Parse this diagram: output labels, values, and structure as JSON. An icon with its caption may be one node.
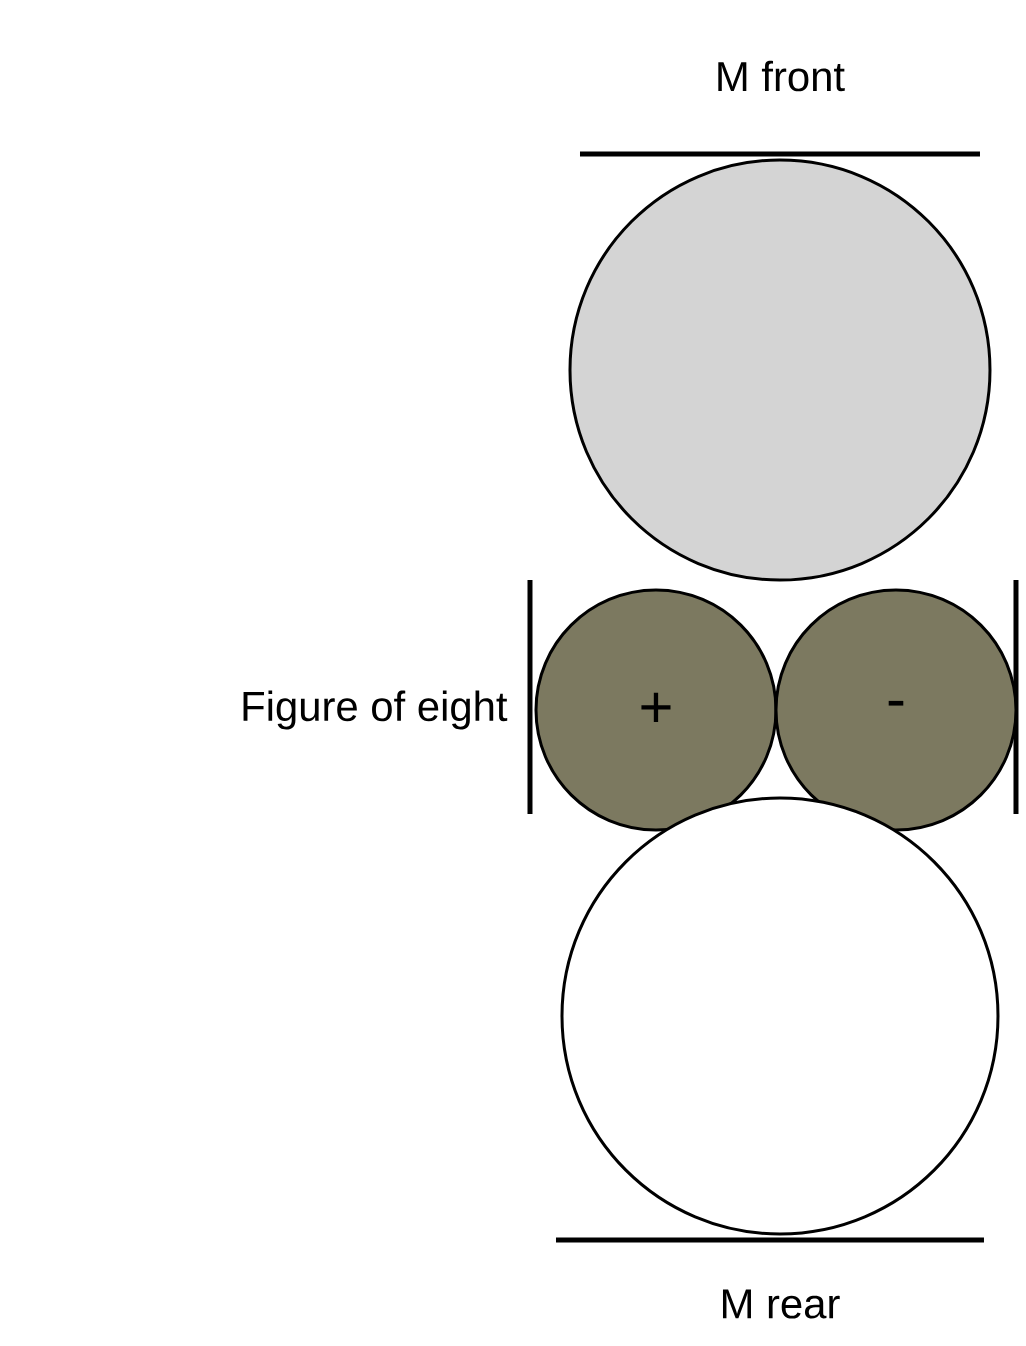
{
  "diagram": {
    "nodes": [
      {
        "text": [],
        "shape": "circle"
      },
      {
        "text": [
          "+"
        ]
      },
      {
        "text": [
          "-"
        ]
      },
      {
        "text": [],
        "shape": "circle"
      }
    ],
    "labels": [
      "M front",
      "Figure of eight",
      "M rear"
    ]
  }
}
